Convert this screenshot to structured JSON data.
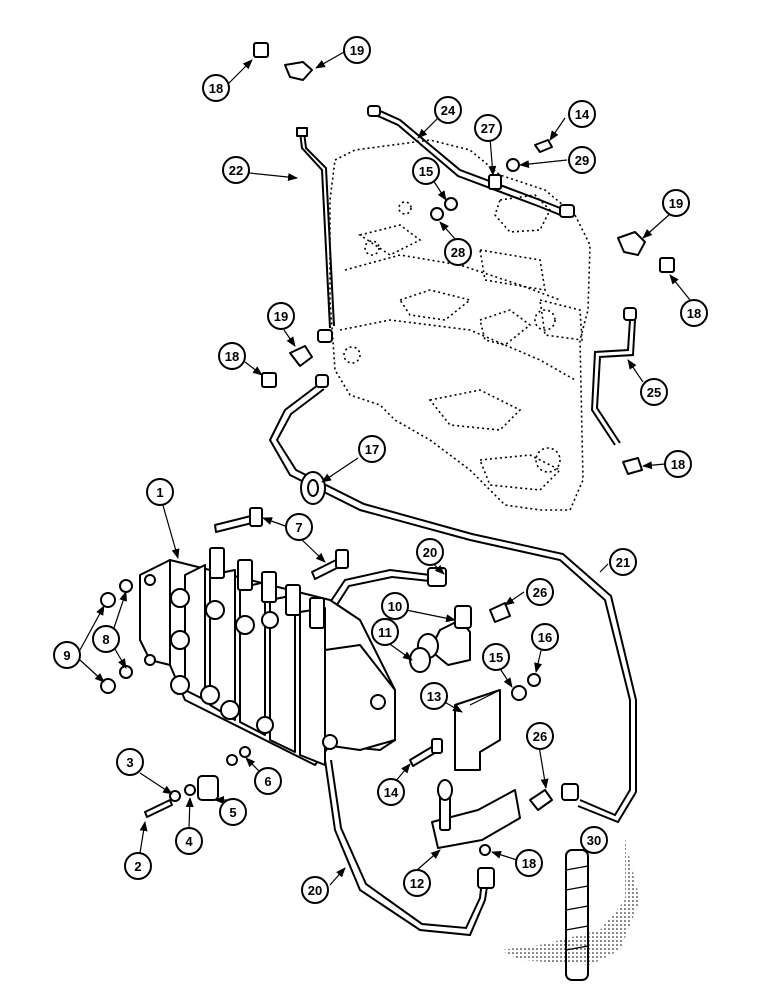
{
  "callouts": [
    {
      "id": "1",
      "label": "1"
    },
    {
      "id": "2",
      "label": "2"
    },
    {
      "id": "3",
      "label": "3"
    },
    {
      "id": "4",
      "label": "4"
    },
    {
      "id": "5",
      "label": "5"
    },
    {
      "id": "6",
      "label": "6"
    },
    {
      "id": "7a",
      "label": "7"
    },
    {
      "id": "8",
      "label": "8"
    },
    {
      "id": "9",
      "label": "9"
    },
    {
      "id": "10",
      "label": "10"
    },
    {
      "id": "11",
      "label": "11"
    },
    {
      "id": "12",
      "label": "12"
    },
    {
      "id": "13",
      "label": "13"
    },
    {
      "id": "14a",
      "label": "14"
    },
    {
      "id": "14b",
      "label": "14"
    },
    {
      "id": "15a",
      "label": "15"
    },
    {
      "id": "15b",
      "label": "15"
    },
    {
      "id": "16",
      "label": "16"
    },
    {
      "id": "17",
      "label": "17"
    },
    {
      "id": "18a",
      "label": "18"
    },
    {
      "id": "18b",
      "label": "18"
    },
    {
      "id": "18c",
      "label": "18"
    },
    {
      "id": "18d",
      "label": "18"
    },
    {
      "id": "18e",
      "label": "18"
    },
    {
      "id": "19a",
      "label": "19"
    },
    {
      "id": "19b",
      "label": "19"
    },
    {
      "id": "19c",
      "label": "19"
    },
    {
      "id": "20a",
      "label": "20"
    },
    {
      "id": "20b",
      "label": "20"
    },
    {
      "id": "21",
      "label": "21"
    },
    {
      "id": "22",
      "label": "22"
    },
    {
      "id": "24",
      "label": "24"
    },
    {
      "id": "25",
      "label": "25"
    },
    {
      "id": "26a",
      "label": "26"
    },
    {
      "id": "26b",
      "label": "26"
    },
    {
      "id": "27",
      "label": "27"
    },
    {
      "id": "28",
      "label": "28"
    },
    {
      "id": "29",
      "label": "29"
    },
    {
      "id": "30",
      "label": "30"
    }
  ]
}
